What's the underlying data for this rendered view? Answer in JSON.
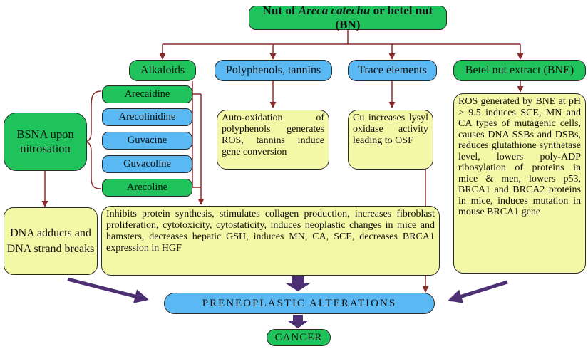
{
  "title": {
    "prefix": "Nut of ",
    "italic": "Areca catechu",
    "suffix": " or betel nut (BN)"
  },
  "categories": {
    "alkaloids": "Alkaloids",
    "polyphenols": "Polyphenols, tannins",
    "trace": "Trace elements",
    "bne": "Betel nut extract (BNE)"
  },
  "alkaloids": [
    "Arecaidine",
    "Arecolinidine",
    "Guvacine",
    "Guvacoline",
    "Arecoline"
  ],
  "bsna": "BSNA upon nitrosation",
  "dna": "DNA adducts and DNA strand breaks",
  "effects": {
    "polyphenols": "Auto-oxidation of polyphenols generates ROS, tannins induce gene conversion",
    "trace": "Cu increases lysyl oxidase activity leading to OSF",
    "bne": "ROS generated by BNE at pH > 9.5 induces SCE, MN and CA types of mutagenic cells, causes DNA SSBs and DSBs, reduces glutathione synthetase level, lowers poly-ADP ribosylation of proteins in mice & men, lowers p53, BRCA1 and BRCA2 proteins in mice, induces mutation in mouse BRCA1 gene",
    "alkaloids": "Inhibits protein synthesis, stimulates collagen production, increases fibroblast proliferation, cytotoxicity, cytostaticity, induces neoplastic changes in mice and hamsters, decreases hepatic GSH, induces MN, CA, SCE, decreases BRCA1 expression in HGF"
  },
  "outcomes": {
    "preneoplastic": "PRENEOPLASTIC ALTERATIONS",
    "cancer": "CANCER"
  },
  "colors": {
    "green": "#1fc25b",
    "blue": "#5ab8f2",
    "yellow": "#f2f8a6",
    "connector": "#8b2a2a",
    "big_arrow": "#4d2f73"
  }
}
